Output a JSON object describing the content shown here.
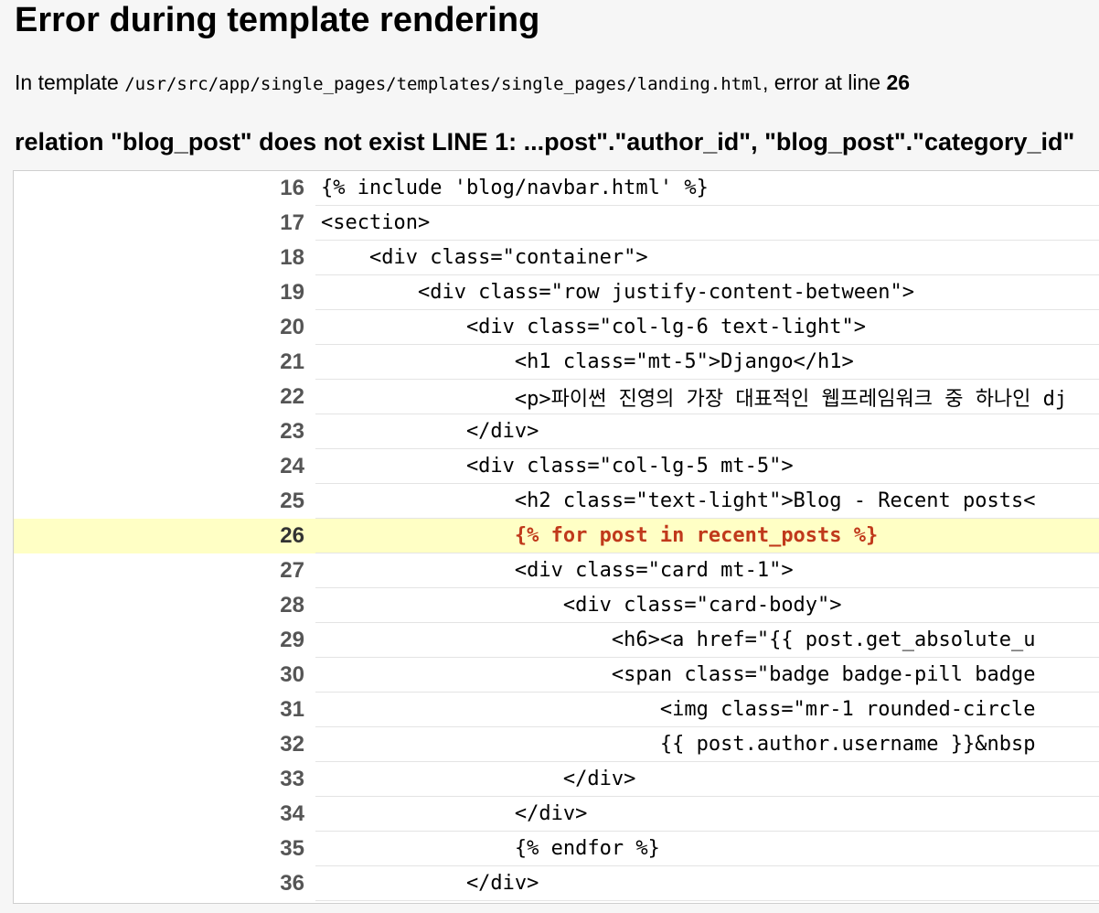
{
  "title": "Error during template rendering",
  "subtitle": {
    "prefix": "In template ",
    "path": "/usr/src/app/single_pages/templates/single_pages/landing.html",
    "middle": ", error at line ",
    "line": "26"
  },
  "exception": "relation \"blog_post\" does not exist LINE 1: ...post\".\"author_id\", \"blog_post\".\"category_id\"",
  "error_line": 26,
  "lines": [
    {
      "num": "16",
      "code": "{% include 'blog/navbar.html' %}"
    },
    {
      "num": "17",
      "code": "<section>"
    },
    {
      "num": "18",
      "code": "    <div class=\"container\">"
    },
    {
      "num": "19",
      "code": "        <div class=\"row justify-content-between\">"
    },
    {
      "num": "20",
      "code": "            <div class=\"col-lg-6 text-light\">"
    },
    {
      "num": "21",
      "code": "                <h1 class=\"mt-5\">Django</h1>"
    },
    {
      "num": "22",
      "code": "                <p>파이썬 진영의 가장 대표적인 웹프레임워크 중 하나인 dj"
    },
    {
      "num": "23",
      "code": "            </div>"
    },
    {
      "num": "24",
      "code": "            <div class=\"col-lg-5 mt-5\">"
    },
    {
      "num": "25",
      "code": "                <h2 class=\"text-light\">Blog - Recent posts<"
    },
    {
      "num": "26",
      "code": "                {% for post in recent_posts %}"
    },
    {
      "num": "27",
      "code": "                <div class=\"card mt-1\">"
    },
    {
      "num": "28",
      "code": "                    <div class=\"card-body\">"
    },
    {
      "num": "29",
      "code": "                        <h6><a href=\"{{ post.get_absolute_u"
    },
    {
      "num": "30",
      "code": "                        <span class=\"badge badge-pill badge"
    },
    {
      "num": "31",
      "code": "                            <img class=\"mr-1 rounded-circle"
    },
    {
      "num": "32",
      "code": "                            {{ post.author.username }}&nbsp"
    },
    {
      "num": "33",
      "code": "                    </div>"
    },
    {
      "num": "34",
      "code": "                </div>"
    },
    {
      "num": "35",
      "code": "                {% endfor %}"
    },
    {
      "num": "36",
      "code": "            </div>"
    }
  ]
}
